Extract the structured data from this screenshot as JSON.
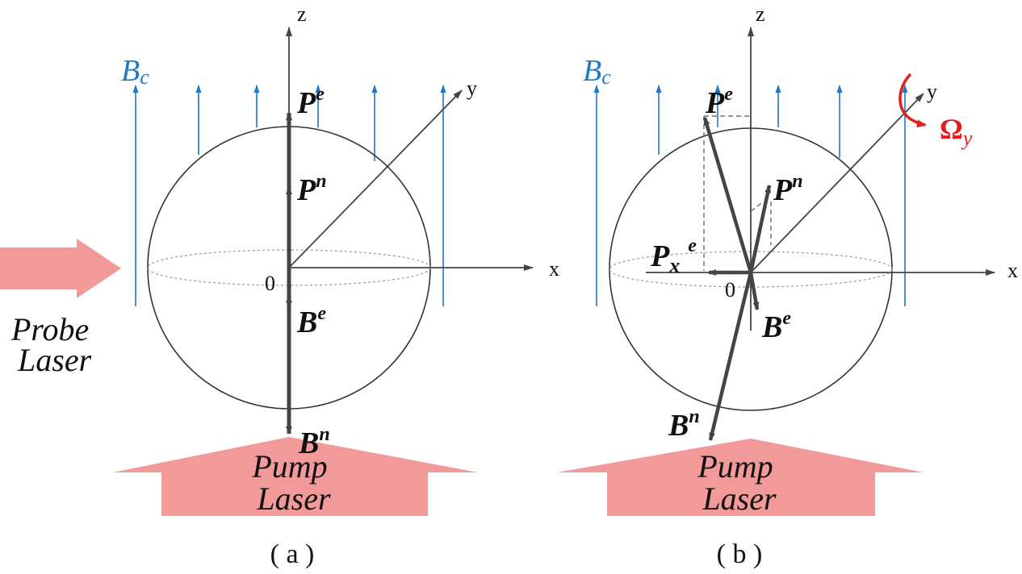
{
  "panels": [
    {
      "caption": "( a )",
      "axes": {
        "z": "z",
        "y": "y",
        "x": "x",
        "origin": "0"
      },
      "field_label": {
        "main": "B",
        "sub": "c"
      },
      "vectors": {
        "Pe": {
          "main": "P",
          "sup": "e"
        },
        "Pn": {
          "main": "P",
          "sup": "n"
        },
        "Be": {
          "main": "B",
          "sup": "e"
        },
        "Bn": {
          "main": "B",
          "sup": "n"
        }
      },
      "probe_laser": [
        "Probe",
        "Laser"
      ],
      "pump_laser": [
        "Pump",
        "Laser"
      ]
    },
    {
      "caption": "( b )",
      "axes": {
        "z": "z",
        "y": "y",
        "x": "x",
        "origin": "0"
      },
      "field_label": {
        "main": "B",
        "sub": "c"
      },
      "vectors": {
        "Pe": {
          "main": "P",
          "sup": "e"
        },
        "Pn": {
          "main": "P",
          "sup": "n"
        },
        "Pxe": {
          "main": "P",
          "sub": "x",
          "sup": "e"
        },
        "Be": {
          "main": "B",
          "sup": "e"
        },
        "Bn": {
          "main": "B",
          "sup": "n"
        }
      },
      "rotation": {
        "main": "Ω",
        "sub": "y"
      },
      "pump_laser": [
        "Pump",
        "Laser"
      ]
    }
  ],
  "colors": {
    "field": "#1f78c8",
    "arrow_dark": "#444444",
    "laser": "#f29a9a",
    "rotation": "#e0201c",
    "text": "#111111"
  }
}
